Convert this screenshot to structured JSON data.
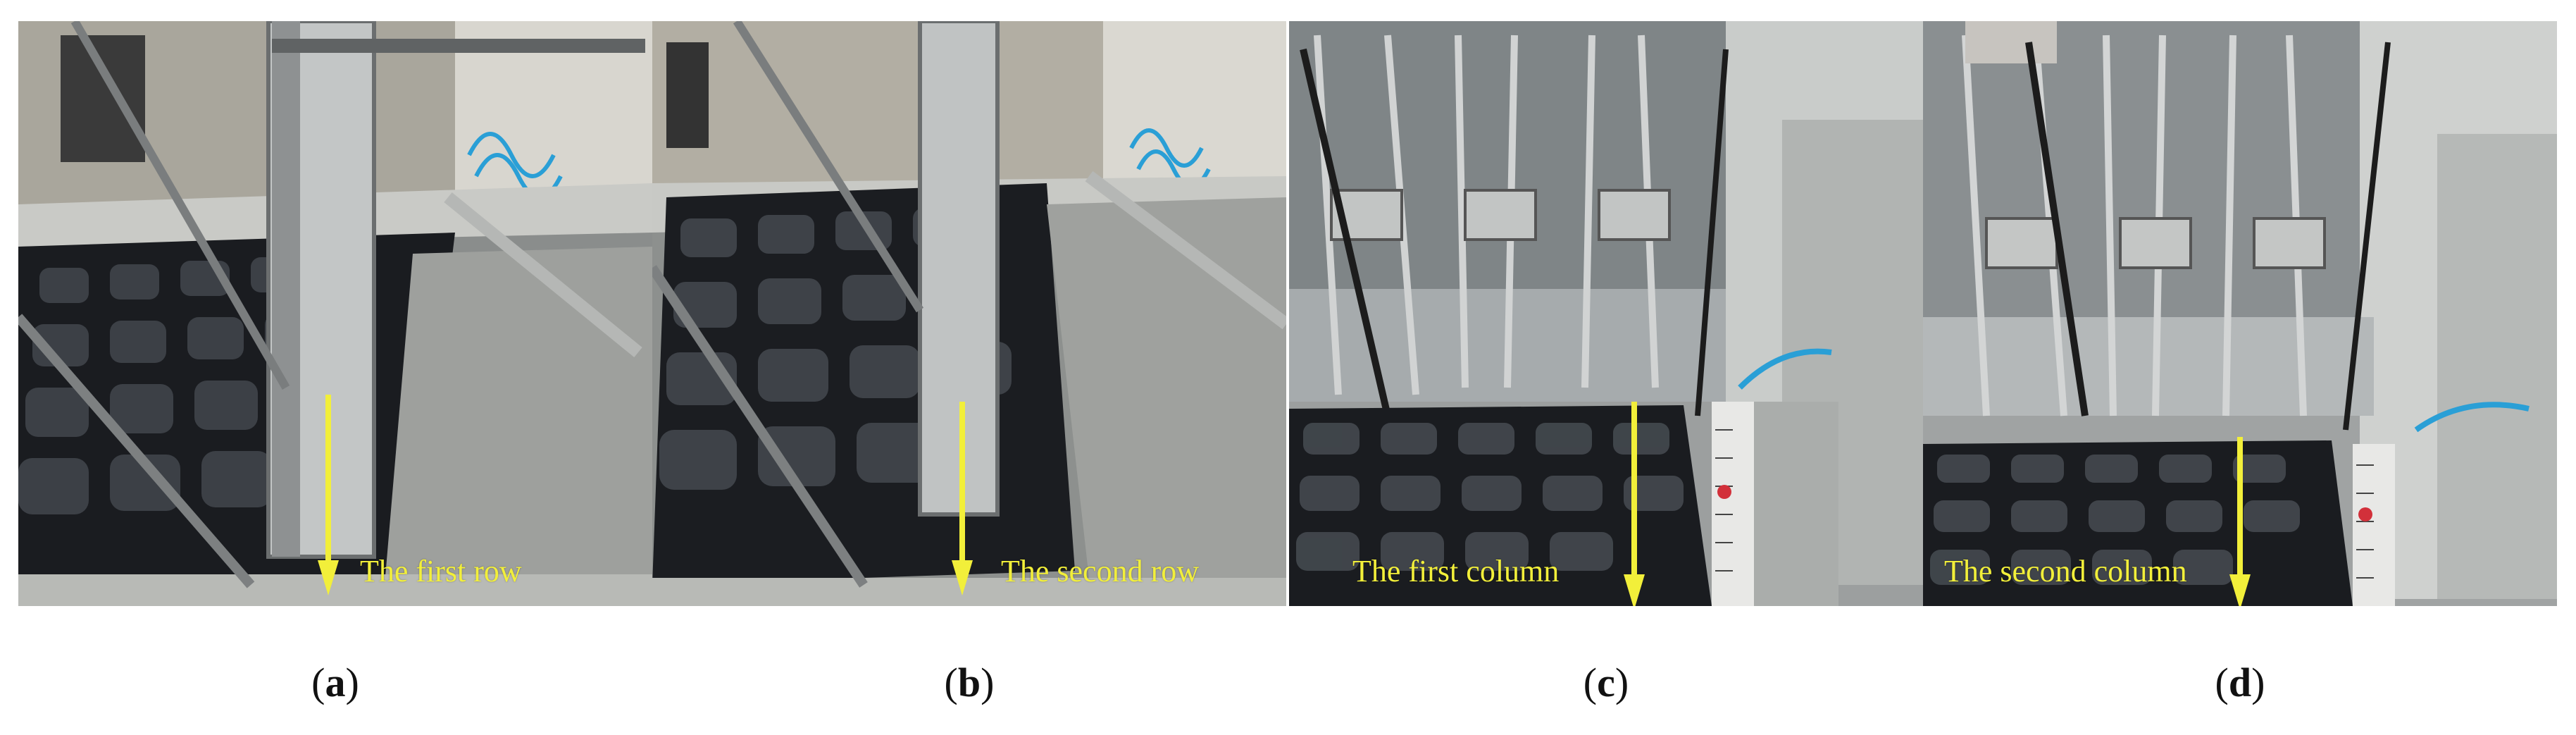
{
  "figure": {
    "panels": [
      {
        "id": "a",
        "caption_letter": "a",
        "annotation": "The first row"
      },
      {
        "id": "b",
        "caption_letter": "b",
        "annotation": "The second row"
      },
      {
        "id": "c",
        "caption_letter": "c",
        "annotation": "The first column"
      },
      {
        "id": "d",
        "caption_letter": "d",
        "annotation": "The second column"
      }
    ],
    "colors": {
      "arrow": "#f2ef3a",
      "tray": "#1a1c20",
      "metal": "#b9bcbd",
      "tube": "#2a9fd6"
    }
  }
}
